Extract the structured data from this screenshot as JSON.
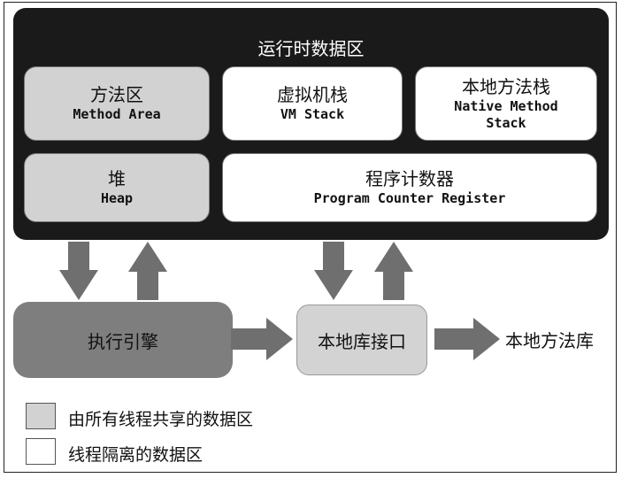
{
  "title": "运行时数据区",
  "boxes": {
    "method_area": {
      "zh": "方法区",
      "en": "Method Area"
    },
    "vm_stack": {
      "zh": "虚拟机栈",
      "en": "VM Stack"
    },
    "native_stack": {
      "zh": "本地方法栈",
      "en_line1": "Native Method",
      "en_line2": "Stack"
    },
    "heap": {
      "zh": "堆",
      "en": "Heap"
    },
    "pc_register": {
      "zh": "程序计数器",
      "en": "Program Counter Register"
    }
  },
  "execution_engine": "执行引擎",
  "native_interface": "本地库接口",
  "native_library": "本地方法库",
  "legend": {
    "shared": "由所有线程共享的数据区",
    "isolated": "线程隔离的数据区"
  },
  "colors": {
    "runtime_bg": "#1a1a1a",
    "shared_fill": "#d2d2d2",
    "private_fill": "#ffffff",
    "arrow": "#6f6f6f",
    "exec_fill": "#7e7e7e"
  }
}
